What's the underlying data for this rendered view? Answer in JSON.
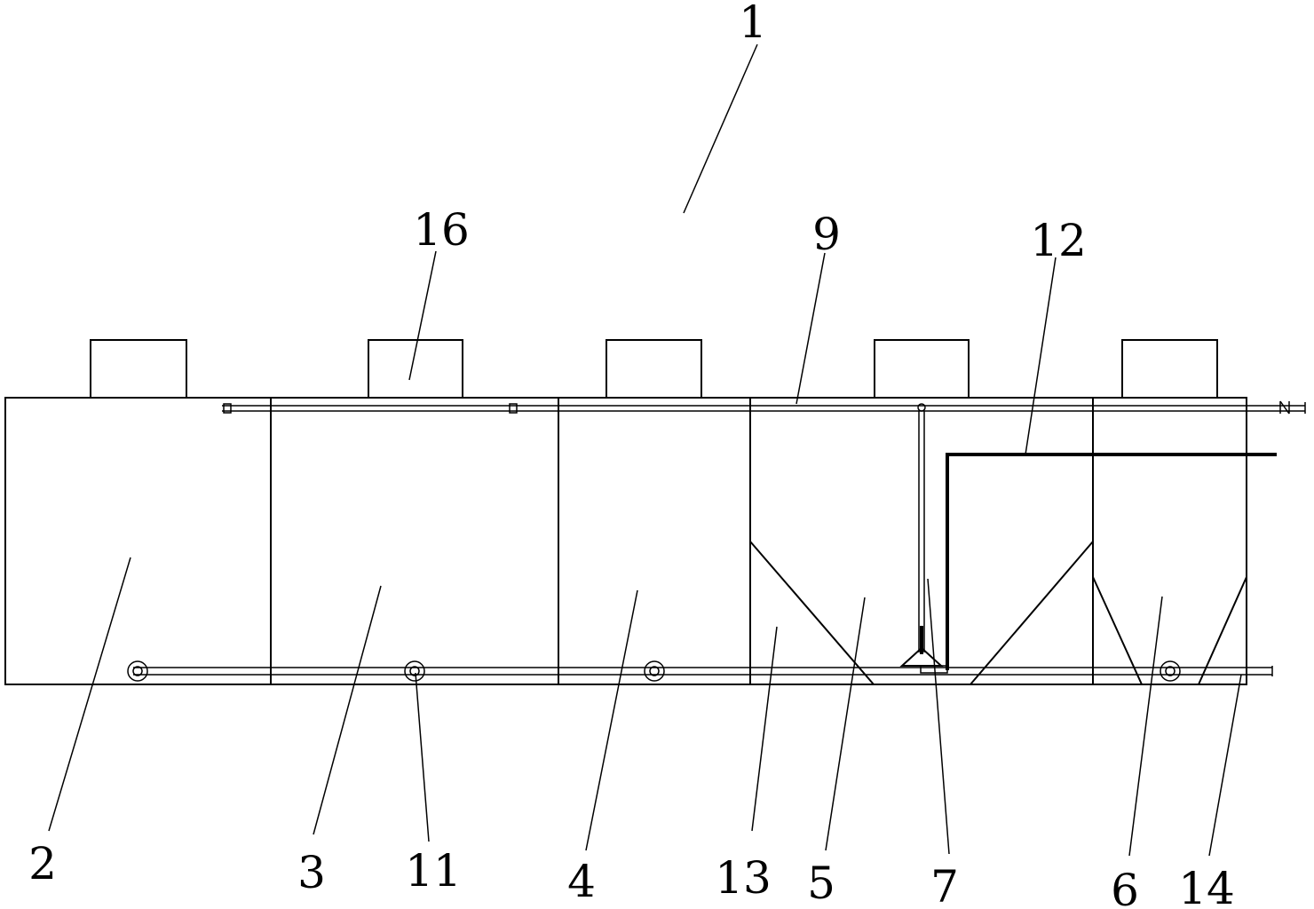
{
  "labels": {
    "l1": "1",
    "l2": "2",
    "l3": "3",
    "l4": "4",
    "l5": "5",
    "l6": "6",
    "l7": "7",
    "l9": "9",
    "l11": "11",
    "l12": "12",
    "l13": "13",
    "l14": "14",
    "l16": "16"
  }
}
